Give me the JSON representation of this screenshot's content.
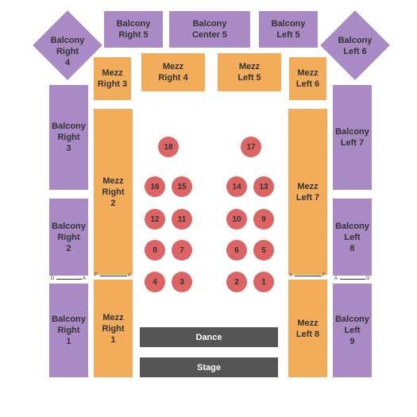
{
  "sections": {
    "balcony_right_5": "Balcony\nRight 5",
    "balcony_center_5": "Balcony\nCenter 5",
    "balcony_left_5": "Balcony\nLeft 5",
    "balcony_right_4": "Balcony\nRight\n4",
    "balcony_left_6": "Balcony\nLeft 6",
    "mezz_right_3": "Mezz\nRight 3",
    "mezz_right_4": "Mezz\nRight 4",
    "mezz_left_5": "Mezz\nLeft 5",
    "mezz_left_6": "Mezz\nLeft 6",
    "balcony_right_3": "Balcony\nRight\n3",
    "balcony_right_2": "Balcony\nRight\n2",
    "balcony_right_1": "Balcony\nRight\n1",
    "mezz_right_2": "Mezz\nRight\n2",
    "mezz_right_1": "Mezz\nRight\n1",
    "mezz_left_7": "Mezz\nLeft 7",
    "mezz_left_8": "Mezz\nLeft 8",
    "balcony_left_7": "Balcony\nLeft 7",
    "balcony_left_8": "Balcony\nLeft\n8",
    "balcony_left_9": "Balcony\nLeft\n9"
  },
  "tables": [
    "18",
    "17",
    "16",
    "15",
    "14",
    "13",
    "12",
    "11",
    "10",
    "9",
    "8",
    "7",
    "6",
    "5",
    "4",
    "3",
    "2",
    "1"
  ],
  "dance": "Dance",
  "stage": "Stage",
  "row_labels": {
    "right_balcony_d": "D",
    "right_balcony_a": "A",
    "right_mezz_f": "F",
    "right_mezz_a": "A",
    "left_mezz_a": "A",
    "left_mezz_f": "F",
    "left_balcony_a": "A",
    "left_balcony_d": "D"
  },
  "colors": {
    "balcony": "#a98ac4",
    "mezzanine": "#f3ad5a",
    "table": "#dc6464",
    "floor": "#555555"
  }
}
